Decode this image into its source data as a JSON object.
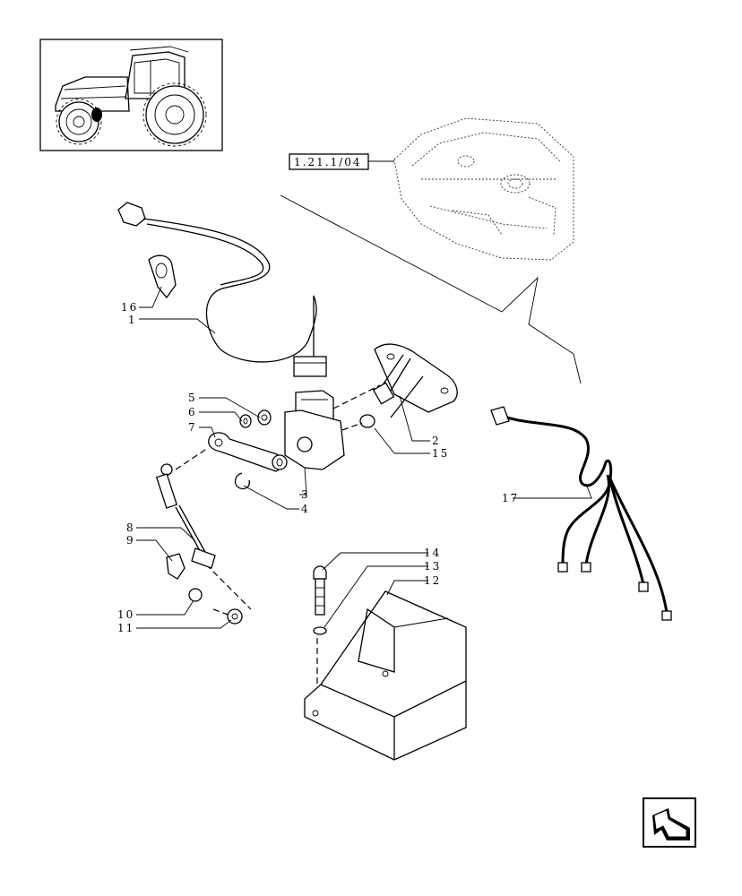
{
  "reference_box": {
    "label": "1.21.1/04"
  },
  "callouts": [
    {
      "id": "c16",
      "text": "16"
    },
    {
      "id": "c1",
      "text": "1"
    },
    {
      "id": "c5",
      "text": "5"
    },
    {
      "id": "c6",
      "text": "6"
    },
    {
      "id": "c7",
      "text": "7"
    },
    {
      "id": "c2",
      "text": "2"
    },
    {
      "id": "c15",
      "text": "15"
    },
    {
      "id": "c3",
      "text": "3"
    },
    {
      "id": "c4",
      "text": "4"
    },
    {
      "id": "c17",
      "text": "17"
    },
    {
      "id": "c8",
      "text": "8"
    },
    {
      "id": "c9",
      "text": "9"
    },
    {
      "id": "c10",
      "text": "10"
    },
    {
      "id": "c11",
      "text": "11"
    },
    {
      "id": "c14",
      "text": "14"
    },
    {
      "id": "c13",
      "text": "13"
    },
    {
      "id": "c12",
      "text": "12"
    }
  ],
  "icons": {
    "thumbnail": "tractor-icon",
    "navigation": "next-page-arrow-icon"
  }
}
